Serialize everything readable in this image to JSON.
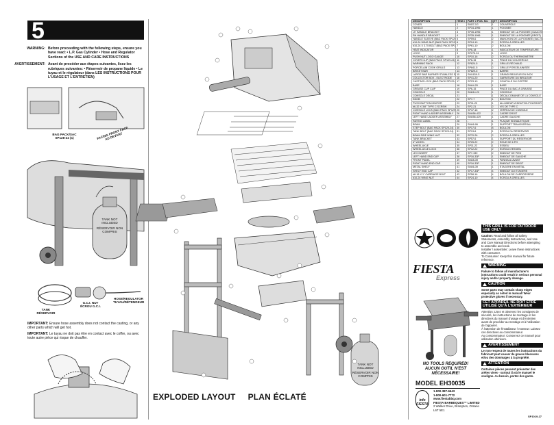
{
  "step": {
    "number": "5"
  },
  "warnings": {
    "warning_label": "WARNING:",
    "warning_text": "Before proceeding with the following steps, ensure you have read: • L.P. Gas Cylinder • Hose and Regulator Sections of the USE AND CARE INSTRUCTIONS",
    "avertissement_label": "AVERTISSEMENT:",
    "avertissement_text": "Avant de procéder aux étapes suivantes, lisez les rubriques suivantes: • Réservoir de propane liquide • Le tuyau et le régulateur (dans LES INSTRUCTIONS POUR L'USAGE ET L'ENTRETIEN)"
  },
  "illustration_labels": {
    "bag_pack": "BAG PACK/SAC SP128-24 (1)",
    "facing_front": "FACING FRONT FACE AU DEVANT",
    "tank_not_included": "TANK NOT INCLUDED",
    "reservoir_non_compris": "RÉSERVOIR NON COMPRIS",
    "gcc_nut": "G.C.I. NUT ÉCROU G.C.I.",
    "hose_regulator": "HOSE/REGULATOR TUYAU/DÉTENDEUR",
    "tank": "TANK RÉSERVOIR",
    "tank_not_included_center": "TANK NOT INCLUDED",
    "reservoir_non_compris_center": "RÉSERVOIR NON COMPRIS"
  },
  "important": {
    "en_label": "IMPORTANT:",
    "en_text": "Ensure hose assembly does not contact the casting, or any other parts which will get hot.",
    "fr_label": "IMPORTANT:",
    "fr_text": "Le tuyau ne doit pas être en contact avec le coffre, ou avec toute autre pièce qui risque de chauffer."
  },
  "exploded": {
    "title_en": "EXPLODED LAYOUT",
    "title_fr": "PLAN ÉCLATÉ"
  },
  "parts_table": {
    "headers": [
      "DESCRIPTION",
      "ITEM #",
      "PART # POS. NO.",
      "QTY",
      "DESCRIPTION"
    ],
    "rows": [
      [
        "COVER",
        "1",
        "SM37-1G",
        "1",
        "COUVERCLE"
      ],
      [
        "HANDLE",
        "2",
        "SP34-1996",
        "1",
        "POIGNÉE"
      ],
      [
        "LH HANDLE BRACKET",
        "3",
        "SP35-1996",
        "1",
        "EMBOUT DE LA POIGNÉE (GAUCHE)"
      ],
      [
        "RH HANDLE BRACKET",
        "4",
        "SP35-1996",
        "1",
        "EMBOUT DE LA POIGNÉE (DROIT)"
      ],
      [
        "HANDLE SLEEVE (BAG PACK SP129-24)",
        "5",
        "SP59-6",
        "2",
        "MANCHON DE LA POIGNÉE (SAC SP129-24)"
      ],
      [
        "#10-24 WING NUT (BAG PACK SP129-24)",
        "6",
        "SP24-10",
        "2",
        "ÉCROU À OREILLES"
      ],
      [
        "#10-24 X 3.75 BOLT (BAG PACK SP129-24)",
        "7",
        "SP61-10",
        "2",
        "BOULON"
      ],
      [
        "HEAT INDICATOR",
        "8",
        "SP6-18",
        "1",
        "INDICATEUR DE TEMPÉRATURE"
      ],
      [
        "LOGO",
        "9",
        "SP275-24",
        "1",
        "LOGO"
      ],
      [
        "PUSH NUT LOGO GAUGE",
        "10",
        "SP10-16",
        "2",
        "ÉCROU DU THERMOMÈTRE"
      ],
      [
        "COVER CLIP (BAG PACK SP129-24)",
        "11",
        "SP6-15",
        "1",
        "PINCE DU COUVERCLE"
      ],
      [
        "WARMING RACK",
        "12",
        "SP824-5",
        "1",
        "GRILLE-RÉCHAUD"
      ],
      [
        "PORCELAIN COOK GRILLS",
        "13",
        "SP841-5",
        "2",
        "GRILLE PORCELAINISÉE"
      ],
      [
        "BRIKET BAR",
        "14",
        "SP829-5",
        "1",
        "BARRE"
      ],
      [
        "LARGE BAR BURNER STAINLESS STEEL",
        "15",
        "SM1639-S",
        "1",
        "GRAND BRÛLEUR EN INOX"
      ],
      [
        "COLLECTOR BOX - ELECTRODE",
        "16",
        "SP41-20",
        "1",
        "GARNITURE DU BRÛLEUR"
      ],
      [
        "CASTING LOCK (BAG PACK SP129-24)",
        "17",
        "SP23-10",
        "2",
        "GOUPILLE DU COFFRE"
      ],
      [
        "BASE",
        "18",
        "SM44-20",
        "1",
        "BASE"
      ],
      [
        "GREASE CUP CLIP",
        "19",
        "SP6-15",
        "1",
        "PINCE DU BAC À GRAISSE"
      ],
      [
        "CONSOLE",
        "20",
        "SM614-20",
        "1",
        "CONSOLE"
      ],
      [
        "CONSOLE DECAL",
        "21",
        "-",
        "1",
        "DÉCALCOMANIE DE LA CONSOLE"
      ],
      [
        "KNOB",
        "22",
        "SP7-7",
        "1",
        "BOUTON"
      ],
      [
        "PUSH BUTTON IGNITOR",
        "23",
        "SP11-20",
        "1",
        "ALLUMEUR À BOUTON-POUSSOIR"
      ],
      [
        "#6-32 X 3/8\" TYPE C SCREW",
        "24",
        "SP2-21",
        "2",
        "VIS DE TYPE C"
      ],
      [
        "CONSOLE LOCK (BAG PACK SP129-24)",
        "25",
        "SP47-16",
        "2",
        "VERROU DE CONSOLE"
      ],
      [
        "RIGHT HAND LADDER ASSEMBLY",
        "26",
        "SM456-422",
        "1",
        "CADRE DROIT"
      ],
      [
        "LEFT HAND LADDER ASSEMBLY",
        "27",
        "SM456-429",
        "1",
        "CADRE GAUCHE"
      ],
      [
        "RATING LABEL",
        "28",
        "-",
        "1",
        "PLAQUE SIGNALÉTIQUE"
      ],
      [
        "BEAM",
        "29",
        "SM46-06",
        "1",
        "SUPPORT TRANSVERSAL"
      ],
      [
        "STEP BOLT (BAG PACK SP129-24)",
        "30",
        "SP17-6",
        "8",
        "BOULON"
      ],
      [
        "TANK BOLT (BAG PACK SP129-24)",
        "31",
        "SP13-6",
        "1",
        "ÉCROU DU RÉSERVOIR"
      ],
      [
        "BEAM SIDE WING NUT",
        "32",
        "SP70-26",
        "2",
        "ÉCROU À OREILLES"
      ],
      [
        "TANK BRACKET",
        "33",
        "SP57-6",
        "1",
        "SUPPORT DU RÉSERVOIR"
      ],
      [
        "6\" WHEEL",
        "34",
        "SP25-22",
        "2",
        "ROUE DE 6 PO"
      ],
      [
        "WHEEL AXLE",
        "35",
        "SP11-22",
        "1",
        "ESSIEU"
      ],
      [
        "WHEEL AXLE LOCK",
        "36",
        "SP12-22",
        "2",
        "ÉCROU D'ESSIEU"
      ],
      [
        "LEG INSERT",
        "37",
        "SP7-339",
        "2",
        "EMBOUT DE PIED"
      ],
      [
        "LEFT HAND END CAP",
        "38",
        "SP16-33P",
        "1",
        "EMBOUT DE GAUCHE"
      ],
      [
        "FRONT PANEL",
        "39",
        "SM48-39",
        "1",
        "PANNEAU AVANT"
      ],
      [
        "RIGHT HAND END CAP",
        "40",
        "SP16-33P",
        "1",
        "EMBOUT DE DROIT"
      ],
      [
        "METAL SHELF",
        "41",
        "SM46-39",
        "1",
        "ÉTAGÈRE EN MÉTAL"
      ],
      [
        "SHELF END CAP",
        "42",
        "SP17-33P",
        "4",
        "EMBOUT DU ÉTAGÈRE"
      ],
      [
        "#8-18 X 1\" CARRIAGE BOLT",
        "43",
        "SP58-16",
        "4",
        "BOULON DE CARROSSERIE"
      ],
      [
        "#10-24 WING NUT",
        "44",
        "SP24-10",
        "4",
        "ÉCROU À OREILLES"
      ]
    ]
  },
  "outdoor": {
    "title": "THIS GRILL IS FOR OUTDOOR USE ONLY",
    "caution_label": "Caution:",
    "caution_text": "Read and follow all Safety Statements, Assembly Instructions, and Use and Care Manual Directions before attempting to assemble and cook.",
    "installer_text": "Installer / assembler: Leave these instructions with consumer.",
    "consumer_text": "To Consumer: Keep this manual for future reference.",
    "warning_head": "WARNING",
    "warning_body": "Failure to follow all manufacturer's instructions could result in serious personal injury and/or property damage.",
    "caution_head": "CAUTION",
    "caution_body": "Some parts may contain sharp edges especially as noted in manual! Wear protective gloves if necessary.",
    "fr_title": "CET APPAREIL NE DOIT ÊTRE UTILISÉ QU'À L'EXTÉRIEUR",
    "fr_attention": "Attention: Lisez et observez les consignes de sécurité, les instructions de montage et les directives du manuel d'usage et d'entretien avant de procéder au montage et à l'utilisation de l'appareil.",
    "fr_installer": "À l'attention de l'installateur / monteur: Laissez ces directives au consommateur.",
    "fr_consumer": "Au consommateur: Conservez ce manuel pour utilisation ultérieure.",
    "avert_head": "AVERTISSEMENT",
    "avert_body": "Le non-respect de toutes les instructions du fabricant peut causer de graves blessures et/ou des dommages à la propriété.",
    "attn_head": "ATTENTION",
    "attn_body": "Certaines pièces peuvent présenter des arêtes vives - surtout là où le manuel le souligne. Au besoin, portez des gants."
  },
  "brand": {
    "name": "FIESTA",
    "sub": "Express"
  },
  "no_tools": {
    "en": "NO TOOLS REQUIRED!",
    "fr": "AUCUN OUTIL N'EST NÉCESSAIRE!"
  },
  "model": {
    "label": "MODEL EH30035"
  },
  "contact": {
    "phone1": "1-800-387-6643",
    "phone2": "1-800-601-7772",
    "website": "www.fiestabbq.com",
    "company": "FIESTA BARBEQUES™ LIMITED",
    "address": "2 Walker Drive, Brampton, Ontario L6T 5E1",
    "info_logo": "info FIESTA"
  },
  "sp_code": "SP1019-27"
}
